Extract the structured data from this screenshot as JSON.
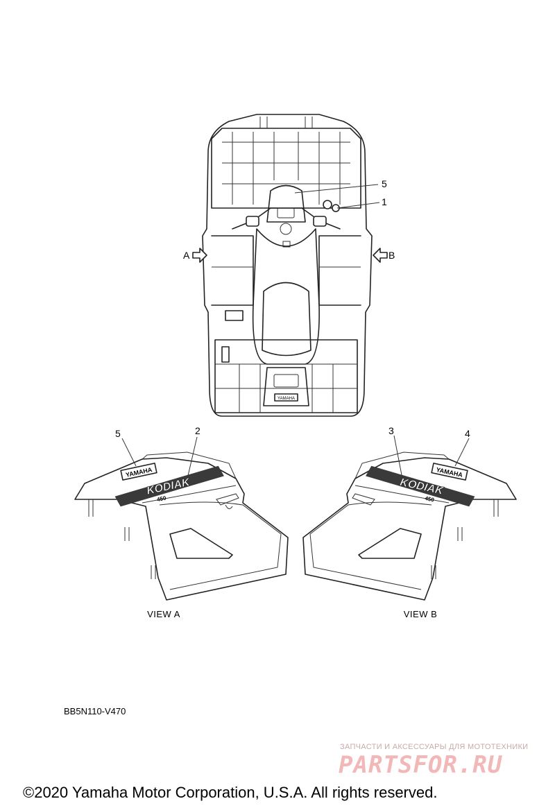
{
  "callouts": {
    "top_5": "5",
    "top_1": "1",
    "view_a_5": "5",
    "view_a_2": "2",
    "view_b_3": "3",
    "view_b_4": "4"
  },
  "arrows": {
    "a": "A",
    "b": "B"
  },
  "views": {
    "a": "VIEW A",
    "b": "VIEW B"
  },
  "decal_text": {
    "yamaha": "YAMAHA",
    "kodiak": "KODIAK",
    "model": "450"
  },
  "diagram_code": "BB5N110-V470",
  "watermark": {
    "tagline": "ЗАПЧАСТИ И АКСЕССУАРЫ ДЛЯ МОТОТЕХНИКИ",
    "brand": "PARTSFOR.RU"
  },
  "copyright": "©2020 Yamaha Motor Corporation, U.S.A. All rights reserved."
}
